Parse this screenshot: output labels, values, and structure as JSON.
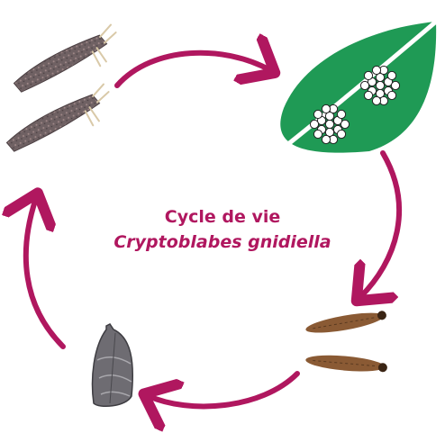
{
  "diagram": {
    "title_line1": "Cycle de vie",
    "title_line2": "Cryptoblabes gnidiella",
    "stages": [
      {
        "id": "adult",
        "icon": "moth-icon"
      },
      {
        "id": "eggs",
        "icon": "leaf-with-eggs-icon"
      },
      {
        "id": "larva",
        "icon": "caterpillar-icon"
      },
      {
        "id": "pupa",
        "icon": "chrysalis-icon"
      }
    ],
    "colors": {
      "arrow": "#b0175f",
      "leaf": "#1f9a55",
      "moth": "#7b6a6a",
      "larva": "#8a5a34",
      "pupa": "#6e6c72"
    }
  }
}
